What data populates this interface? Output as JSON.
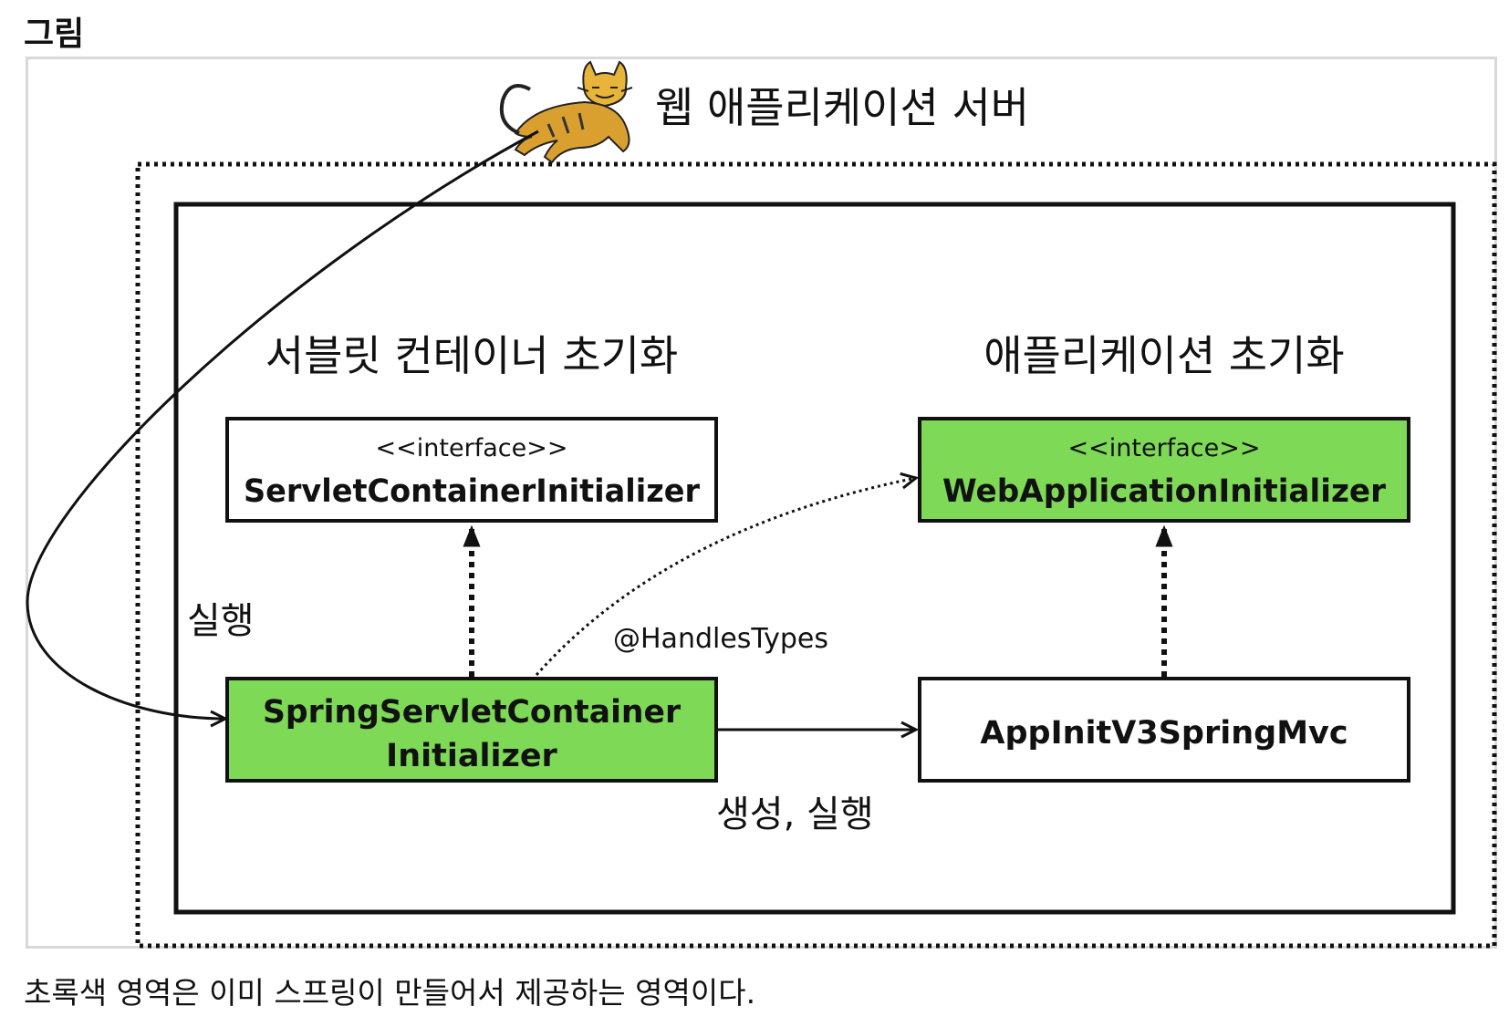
{
  "heading": "그림",
  "caption": "초록색 영역은 이미 스프링이 만들어서 제공하는 영역이다.",
  "diagram": {
    "server_title": "웹 애플리케이션 서버",
    "servlet_init_title": "서블릿 컨테이너 초기화",
    "app_init_title": "애플리케이션 초기화",
    "servlet_interface": {
      "stereotype": "<<interface>>",
      "name": "ServletContainerInitializer"
    },
    "web_app_interface": {
      "stereotype": "<<interface>>",
      "name": "WebApplicationInitializer"
    },
    "spring_servlet": {
      "line1": "SpringServletContainer",
      "line2": "Initializer"
    },
    "app_init_v3": "AppInitV3SpringMvc",
    "run_label": "실행",
    "handles_types_label": "@HandlesTypes",
    "create_run_label": "생성, 실행",
    "colors": {
      "spring_provided": "#7ed957",
      "border": "#111111",
      "frame": "#d9d9d9"
    },
    "icons": [
      "tomcat-cat-icon"
    ]
  }
}
